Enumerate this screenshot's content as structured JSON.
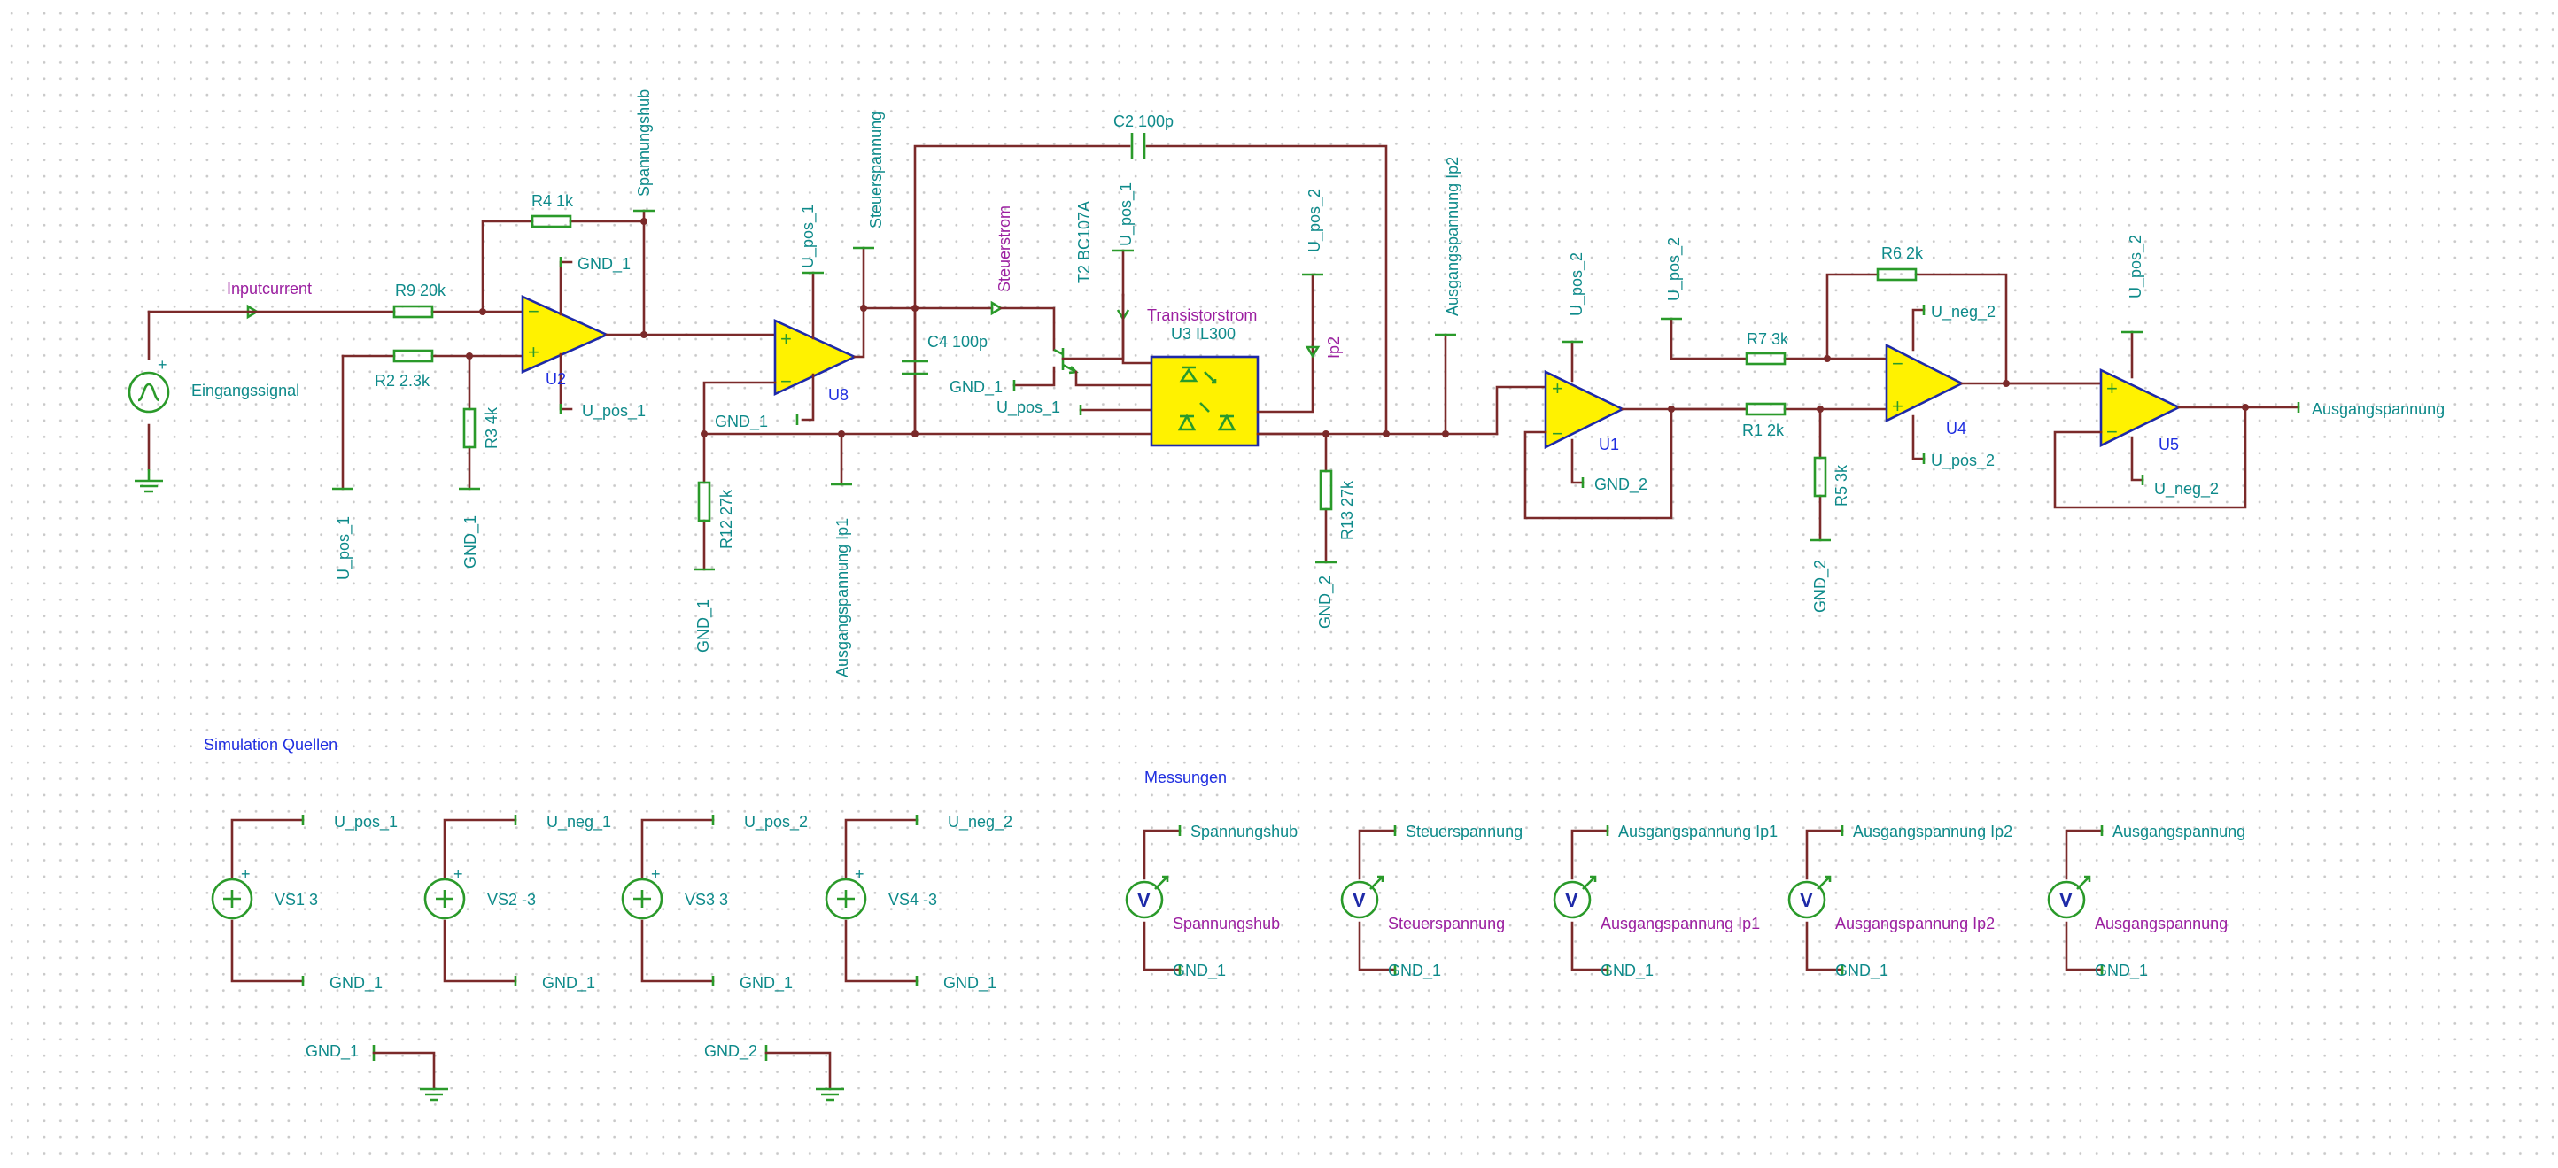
{
  "labels": {
    "inputcurrent": "Inputcurrent",
    "r9": "R9 20k",
    "r4": "R4 1k",
    "r2": "R2 2.3k",
    "r3": "R3 4k",
    "r12": "R12 27k",
    "r13": "R13 27k",
    "r7": "R7 3k",
    "r1": "R1 2k",
    "r5": "R5 3k",
    "r6": "R6 2k",
    "c2": "C2 100p",
    "c4": "C4 100p",
    "t2": "T2 BC107A",
    "transistorstrom": "Transistorstrom",
    "u3": "U3 IL300",
    "steuerstrom": "Steuerstrom",
    "ip2_net": "Ip2",
    "u2": "U2",
    "u8": "U8",
    "u1": "U1",
    "u4": "U4",
    "u5": "U5",
    "eingangssignal": "Eingangssignal",
    "spannungshub": "Spannungshub",
    "steuerspannung": "Steuerspannung",
    "ausgangsspannung_ip1": "Ausgangspannung Ip1",
    "ausgangsspannung_ip2": "Ausgangspannung Ip2",
    "ausgangsspannung": "Ausgangspannung",
    "u_pos_1": "U_pos_1",
    "u_pos_2": "U_pos_2",
    "u_neg_1": "U_neg_1",
    "u_neg_2": "U_neg_2",
    "gnd_1": "GND_1",
    "gnd_2": "GND_2"
  },
  "sections": {
    "sources_title": "Simulation Quellen",
    "measurements_title": "Messungen"
  },
  "sources": [
    {
      "name": "VS1 3",
      "top": "U_pos_1",
      "bottom": "GND_1"
    },
    {
      "name": "VS2 -3",
      "top": "U_neg_1",
      "bottom": "GND_1"
    },
    {
      "name": "VS3 3",
      "top": "U_pos_2",
      "bottom": "GND_1"
    },
    {
      "name": "VS4 -3",
      "top": "U_neg_2",
      "bottom": "GND_1"
    }
  ],
  "meters": [
    {
      "top": "Spannungshub",
      "name": "Spannungshub",
      "bottom": "GND_1",
      "glyph": "V"
    },
    {
      "top": "Steuerspannung",
      "name": "Steuerspannung",
      "bottom": "GND_1",
      "glyph": "V"
    },
    {
      "top": "Ausgangspannung Ip1",
      "name": "Ausgangspannung Ip1",
      "bottom": "GND_1",
      "glyph": "V"
    },
    {
      "top": "Ausgangspannung Ip2",
      "name": "Ausgangspannung Ip2",
      "bottom": "GND_1",
      "glyph": "V"
    },
    {
      "top": "Ausgangspannung",
      "name": "Ausgangspannung",
      "bottom": "GND_1",
      "glyph": "V"
    }
  ],
  "ground_refs": [
    {
      "label": "GND_1"
    },
    {
      "label": "GND_2"
    }
  ],
  "amp_signs": {
    "plus": "+",
    "minus": "−"
  },
  "colors": {
    "wire": "#7b2a2a",
    "component": "#2a9a2a",
    "net_label": "#0e8a8a",
    "signal_label": "#9b1fa0",
    "section_title": "#1f2ee0",
    "opamp_fill": "#fff200",
    "opamp_outline": "#1e2aa8"
  }
}
